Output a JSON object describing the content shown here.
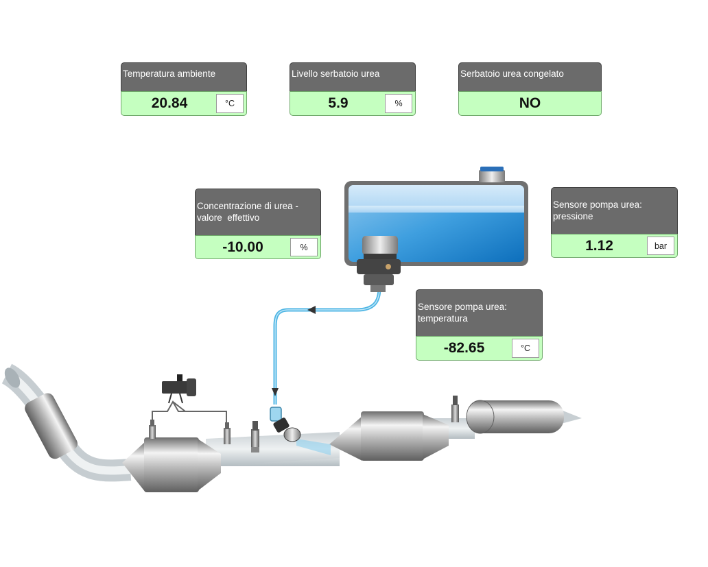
{
  "widgets": {
    "ambient_temp": {
      "label": "Temperatura ambiente",
      "value": "20.84",
      "unit": "°C"
    },
    "tank_level": {
      "label": "Livello serbatoio urea",
      "value": "5.9",
      "unit": "%"
    },
    "tank_frozen": {
      "label": "Serbatoio urea congelato",
      "value": "NO"
    },
    "urea_concentration": {
      "label_line1": "Concentrazione di urea -",
      "label_line2": "valore  effettivo",
      "value": "-10.00",
      "unit": "%"
    },
    "pump_pressure": {
      "label_line1": "Sensore pompa urea:",
      "label_line2": "pressione",
      "value": "1.12",
      "unit": "bar"
    },
    "pump_temperature": {
      "label_line1": "Sensore pompa urea:",
      "label_line2": "temperatura",
      "value": "-82.65",
      "unit": "°C"
    }
  },
  "colors": {
    "header_bg": "#6b6b6b",
    "value_bg": "#c5ffc0",
    "urea_line": "#4fb6e4",
    "tank_fluid": "#1b86cf"
  },
  "icons": [
    "urea-tank-icon",
    "urea-pump-icon",
    "urea-injector-icon",
    "pressure-sensor-icon",
    "lambda-probe-icon",
    "catalytic-converter-icon",
    "muffler-icon",
    "flow-arrow-icon"
  ]
}
